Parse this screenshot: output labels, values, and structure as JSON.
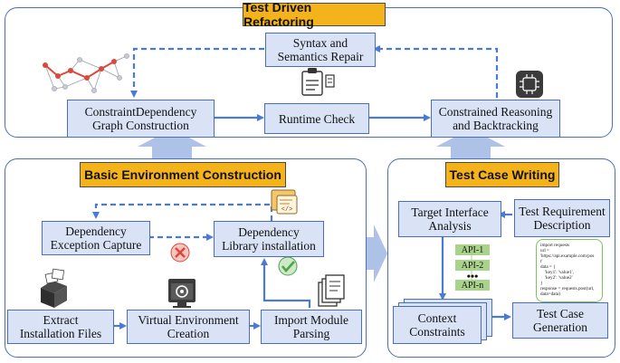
{
  "sections": {
    "refactoring": "Test Driven Refactoring",
    "environment": "Basic Environment Construction",
    "test_case": "Test Case Writing"
  },
  "nodes": {
    "syntax_repair": "Syntax and\nSemantics Repair",
    "graph_construction": "ConstraintDependency\nGraph Construction",
    "runtime_check": "Runtime Check",
    "constrained_reasoning": "Constrained Reasoning\nand Backtracking",
    "dependency_capture": "Dependency\nException Capture",
    "library_installation": "Dependency\nLibrary installation",
    "extract_files": "Extract\nInstallation Files",
    "virtual_env": "Virtual Environment\nCreation",
    "import_parsing": "Import Module\nParsing",
    "target_interface": "Target Interface\nAnalysis",
    "test_requirement": "Test Requirement\nDescription",
    "context_constraints": "Context\nConstraints",
    "test_case_generation": "Test Case\nGeneration"
  },
  "api_list": [
    "API-1",
    "API-2",
    "•••",
    "API-n"
  ],
  "code_snippet": "import requests\nurl =\n'https://api.example.com/pos\nt'\ndata = {\n    'key1': 'value1',\n    'key2': 'value2'\n}\nresponse = requests.post(url,\ndata=data)",
  "icons": [
    "network-graph-icon",
    "clipboard-icon",
    "circuit-chip-icon",
    "code-document-icon",
    "error-x-icon",
    "check-icon",
    "package-box-icon",
    "gear-monitor-icon",
    "document-stack-icon",
    "big-arrow-up",
    "big-arrow-right"
  ],
  "colors": {
    "panel_border": "#4a6fb3",
    "box_fill": "#d9e3f5",
    "title_fill": "#f5b31b",
    "arrow": "#4a7bd4",
    "big_arrow": "#aec2e8",
    "api_fill": "#a9d38a",
    "code_border": "#7cc35a",
    "error": "#e0463a",
    "check": "#4aa44a"
  }
}
